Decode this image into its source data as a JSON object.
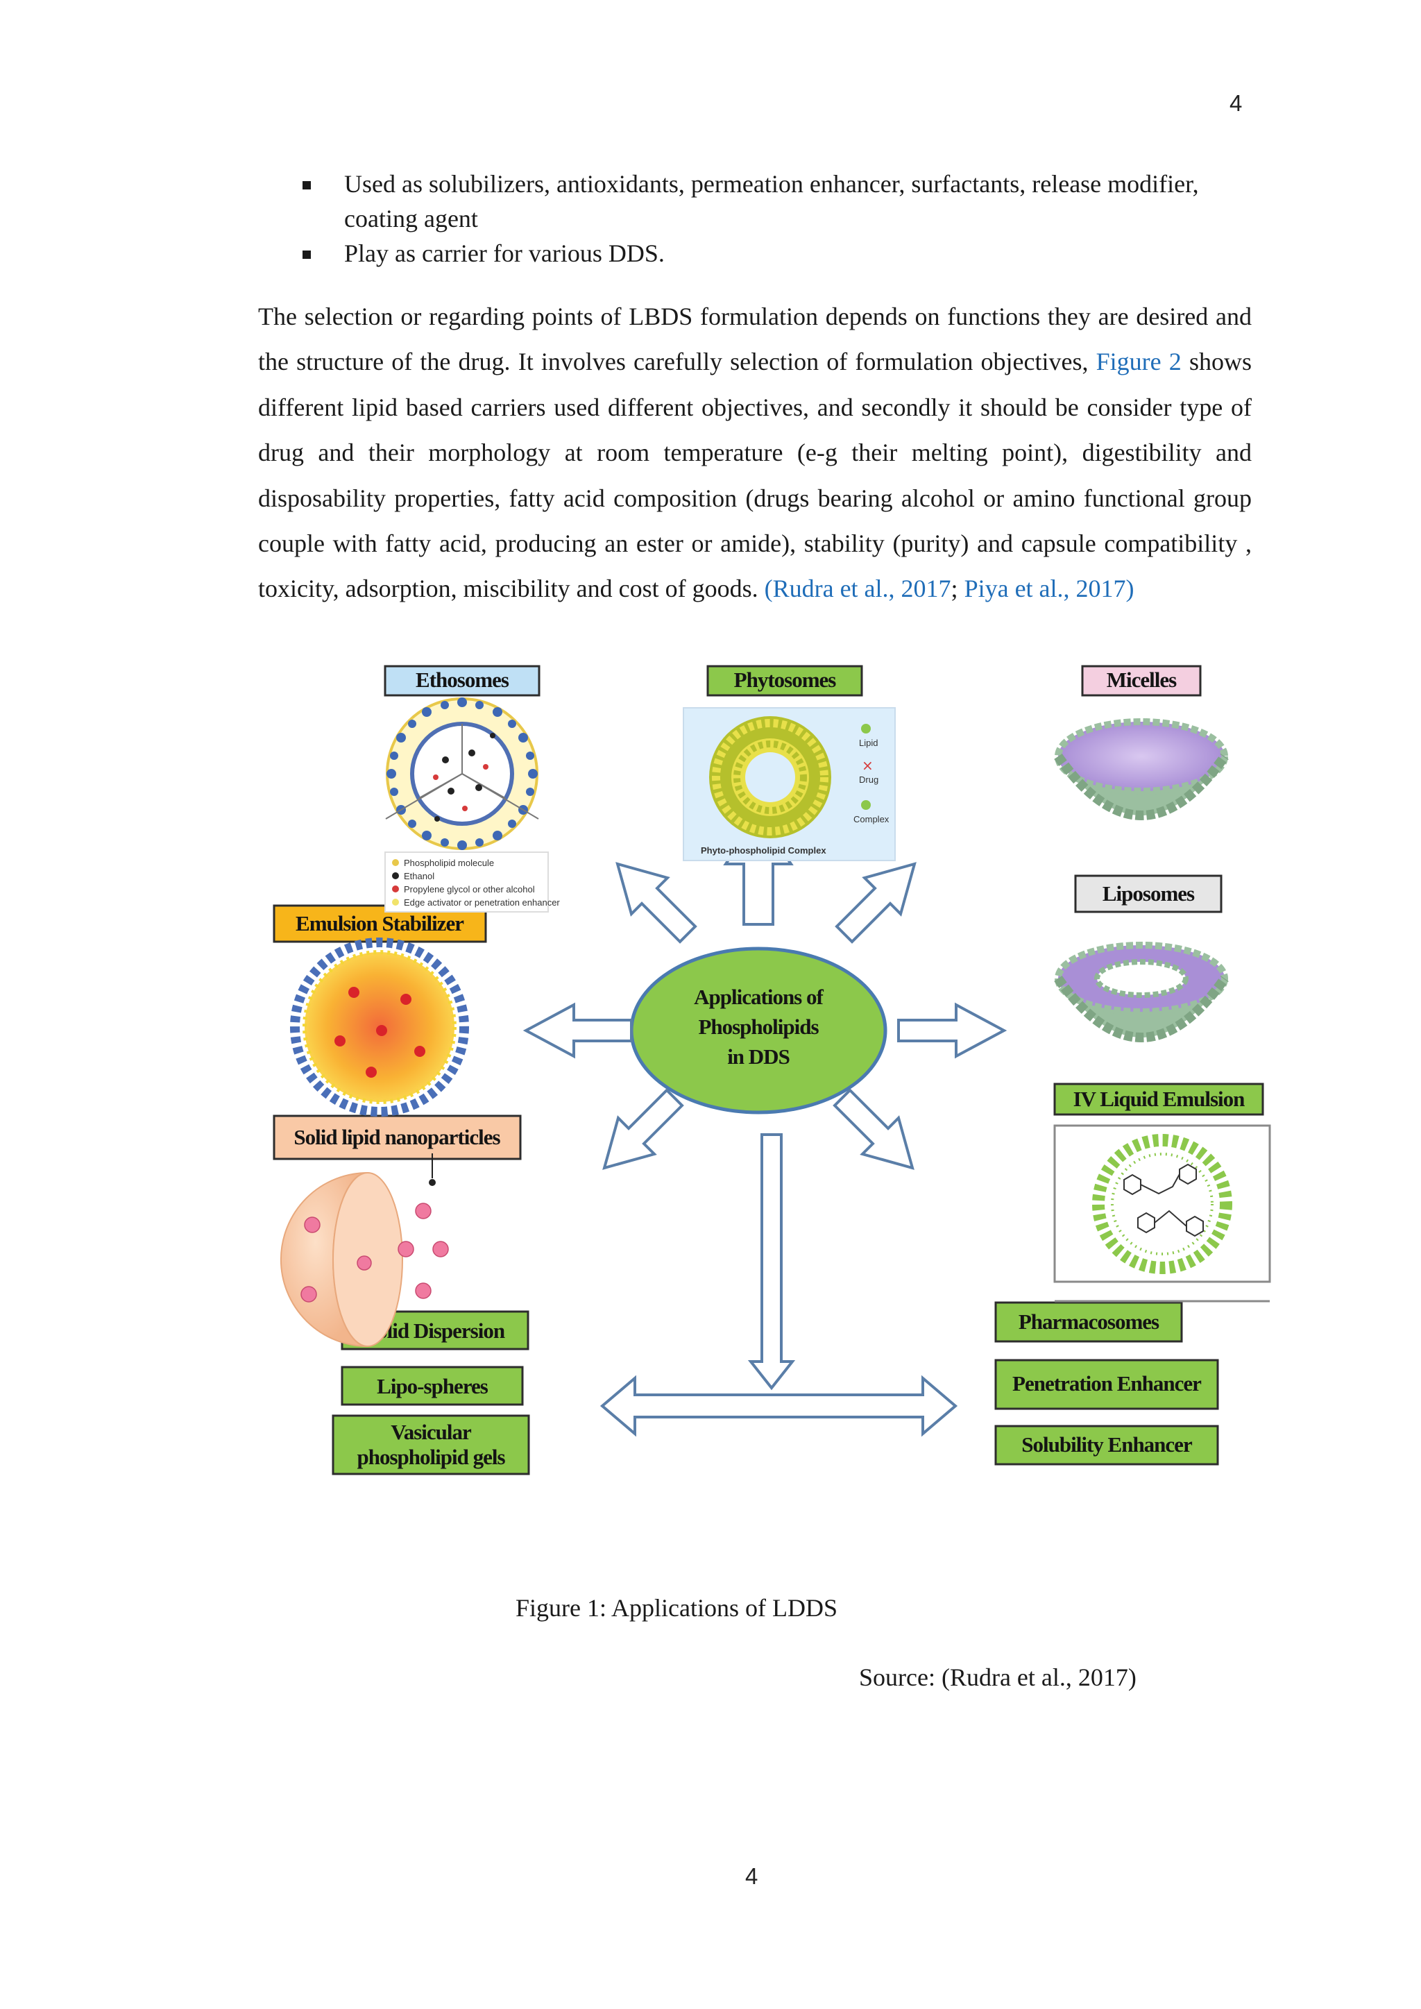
{
  "page_number": "4",
  "bullets": [
    "Used as solubilizers, antioxidants, permeation enhancer, surfactants, release modifier, coating agent",
    "Play as carrier for various DDS."
  ],
  "paragraph": {
    "part1": "The selection or regarding points of LBDS formulation depends on functions they are desired and the structure of the drug. It involves carefully selection of formulation objectives, ",
    "link_figure": "Figure 2",
    "part2": " shows different lipid based carriers used different objectives, and secondly it should be consider type of drug and their morphology at room temperature (e-g their melting point), digestibility and disposability properties, fatty acid composition (drugs bearing alcohol or amino functional group couple with fatty acid, producing an ester or amide), stability (purity) and capsule compatibility , toxicity, adsorption, miscibility and cost of goods. ",
    "cite1": "(Rudra et al., 2017",
    "sep": "; ",
    "cite2": "Piya et al., 2017)"
  },
  "figure": {
    "center_title": [
      "Applications of",
      "Phospholipids",
      "in DDS"
    ],
    "labels": {
      "ethosomes": "Ethosomes",
      "phytosomes": "Phytosomes",
      "micelles": "Micelles",
      "liposomes": "Liposomes",
      "emulsion_stabilizer": "Emulsion Stabilizer",
      "iv_liquid_emulsion": "IV Liquid Emulsion",
      "solid_lipid_nanoparticles": "Solid lipid nanoparticles",
      "solid_dispersion": "Solid Dispersion",
      "lipo_spheres": "Lipo-spheres",
      "vasicular_1": "Vasicular",
      "vasicular_2": "phospholipid gels",
      "pharmacosomes": "Pharmacosomes",
      "penetration_enhancer": "Penetration Enhancer",
      "solubility_enhancer": "Solubility Enhancer"
    },
    "phytosome_caption": "Phyto-phospholipid Complex",
    "phytosome_legend": [
      "Lipid",
      "Drug",
      "Complex"
    ],
    "ethosome_legend": [
      "Phospholipid molecule",
      "Ethanol",
      "Propylene glycol or other alcohol",
      "Edge activator or penetration enhancer"
    ],
    "colors": {
      "green_box": "#8cc84b",
      "blue_box": "#bfe0f5",
      "pink_box": "#f4cfe0",
      "orange_box": "#f7b51a",
      "peach_box": "#f9c9a6",
      "center_ellipse": "#8cc84b",
      "arrow_stroke": "#5a7ea8"
    }
  },
  "caption": "Figure 1: Applications of LDDS",
  "source": "Source: (Rudra et al., 2017)"
}
